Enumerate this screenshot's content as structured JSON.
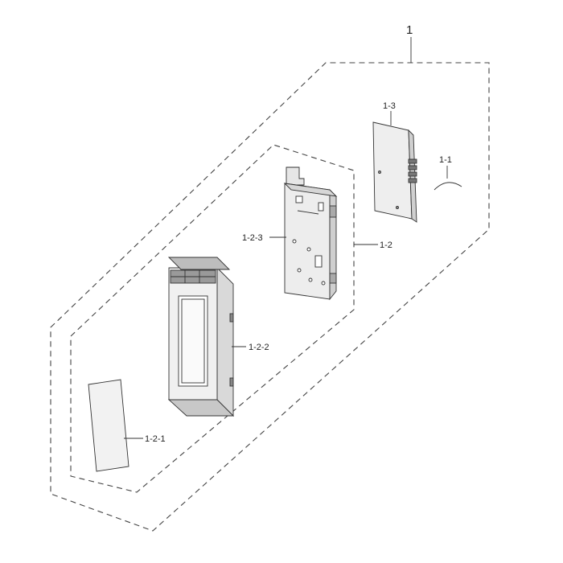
{
  "diagram": {
    "labels": {
      "assembly": "1",
      "harness_1_1": "1-1",
      "sub_assembly_1_2": "1-2",
      "sheet_1_2_1": "1-2-1",
      "panel_1_2_2": "1-2-2",
      "board_bracket_1_2_3": "1-2-3",
      "pcb_1_3": "1-3"
    }
  }
}
